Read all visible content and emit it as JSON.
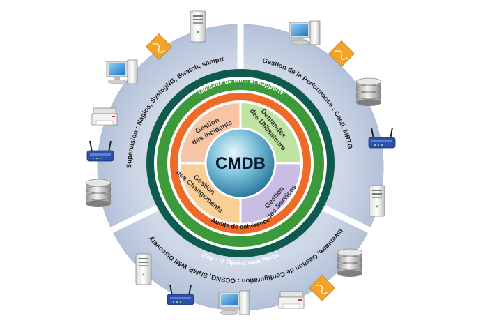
{
  "center": {
    "label": "CMDB"
  },
  "quadrants": [
    {
      "id": "incidents",
      "lines": [
        "Gestion",
        "des incidents"
      ],
      "color": "#f7c5a6"
    },
    {
      "id": "demandes",
      "lines": [
        "Demandes",
        "des Utilisateurs"
      ],
      "color": "#bfe3a0"
    },
    {
      "id": "services",
      "lines": [
        "Gestion",
        "des Services"
      ],
      "color": "#c9bde6"
    },
    {
      "id": "changements",
      "lines": [
        "Gestion",
        "des Changements"
      ],
      "color": "#f9cf95"
    }
  ],
  "ring_labels": {
    "tableaux": "Tableaux de bord et Rapports",
    "audits": "Audits de cohérence",
    "itop": "iTop - IT Operational Portal"
  },
  "sectors": {
    "supervision": "Supervision : Nagios, SyslogNG, Swatch, snmptt",
    "performance": "Gestion de la Performance : Cacti, MRTG",
    "inventaire": "Inventaire, Gestion de Configuration : OCSNG, SNMP, WMI Discovery"
  },
  "colors": {
    "dark_ring": "#0e5a4f",
    "green_ring": "#3c9a3b",
    "orange_ring": "#ef6a26",
    "outer_disc": "#c7d2e3",
    "outer_disc_edge": "#a8b8d0"
  },
  "devices": [
    {
      "type": "server-icon",
      "name": "server-top"
    },
    {
      "type": "document-icon",
      "name": "document-top-left"
    },
    {
      "type": "workstation-icon",
      "name": "workstation-left"
    },
    {
      "type": "printer-icon",
      "name": "printer-left"
    },
    {
      "type": "router-icon",
      "name": "router-left"
    },
    {
      "type": "database-icon",
      "name": "database-left"
    },
    {
      "type": "workstation-icon",
      "name": "workstation-top-right"
    },
    {
      "type": "document-icon",
      "name": "document-top-right"
    },
    {
      "type": "database-icon",
      "name": "database-right"
    },
    {
      "type": "router-icon",
      "name": "router-right"
    },
    {
      "type": "server-icon",
      "name": "server-right"
    },
    {
      "type": "database-icon",
      "name": "database-bottom-right"
    },
    {
      "type": "document-icon",
      "name": "document-bottom-right"
    },
    {
      "type": "printer-icon",
      "name": "printer-bottom"
    },
    {
      "type": "workstation-icon",
      "name": "workstation-bottom"
    },
    {
      "type": "router-icon",
      "name": "router-bottom"
    },
    {
      "type": "server-icon",
      "name": "server-bottom-left"
    }
  ]
}
